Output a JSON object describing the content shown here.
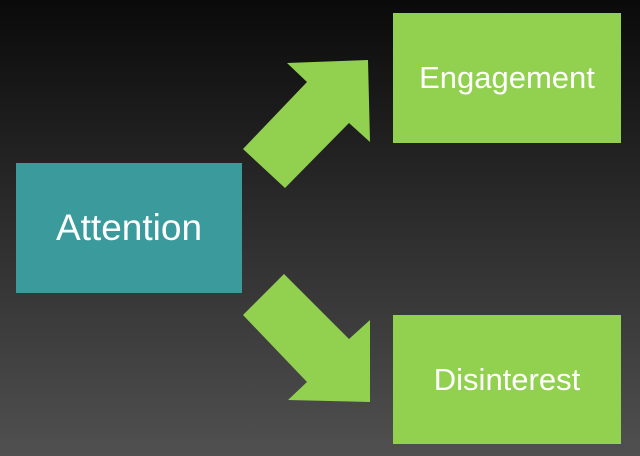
{
  "nodes": {
    "attention": "Attention",
    "engagement": "Engagement",
    "disinterest": "Disinterest"
  },
  "edges": [
    {
      "from": "Attention",
      "to": "Engagement"
    },
    {
      "from": "Attention",
      "to": "Disinterest"
    }
  ],
  "colors": {
    "attention": "#3b9a9b",
    "outcome": "#92d050",
    "arrow": "#92d050"
  }
}
